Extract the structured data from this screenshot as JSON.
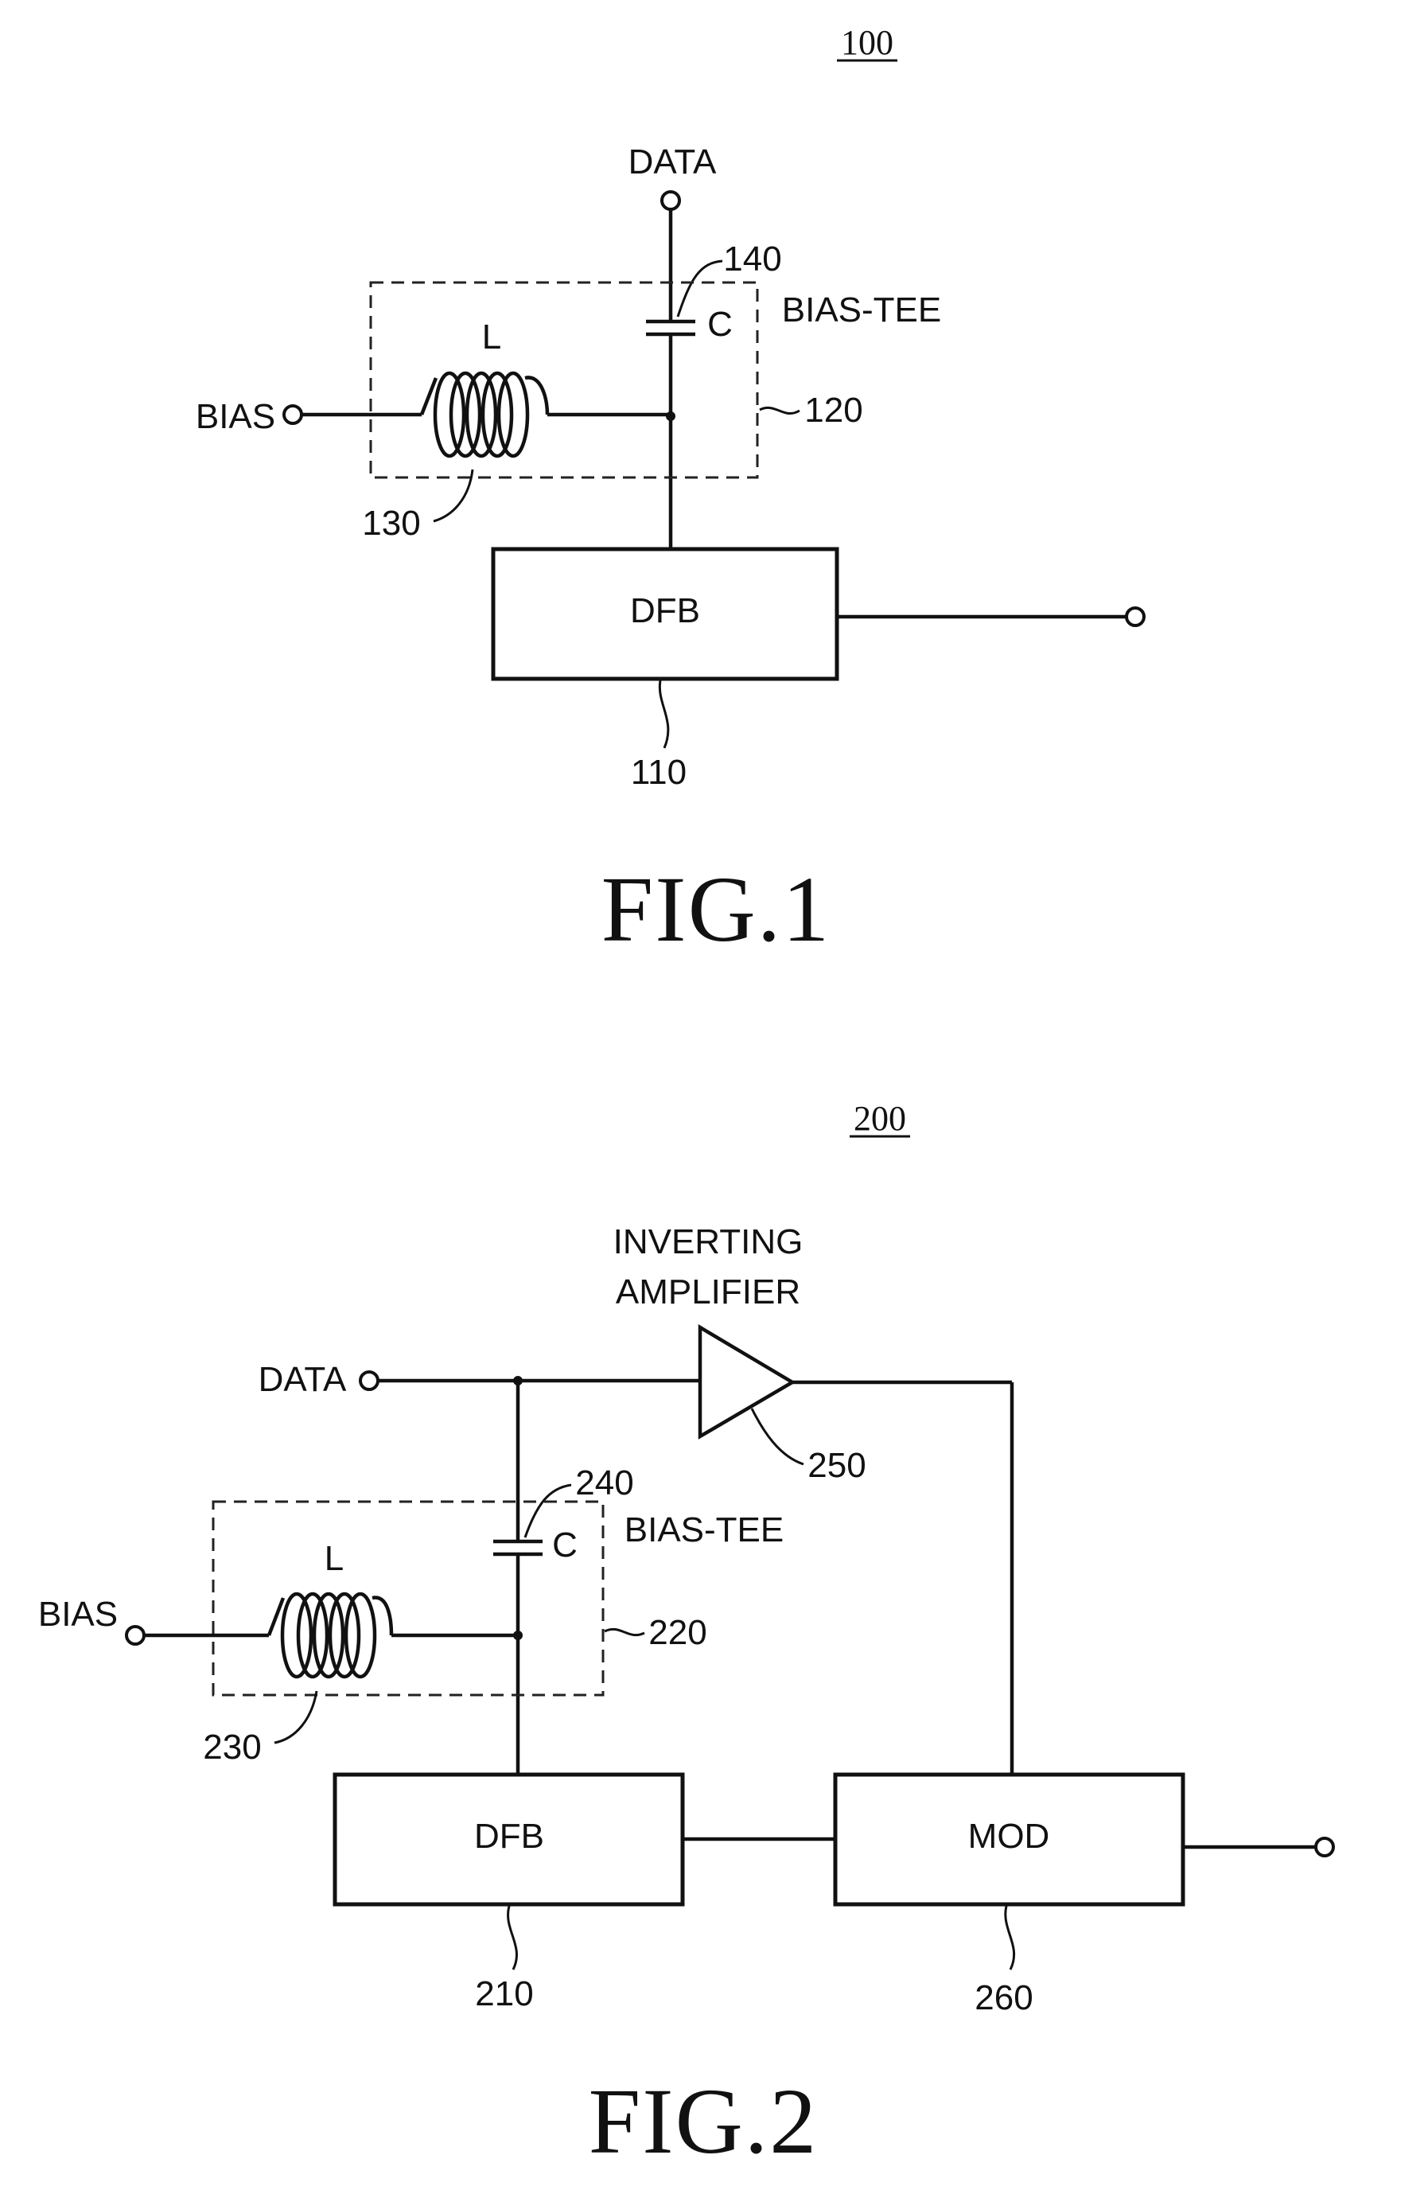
{
  "figure1": {
    "ref": "100",
    "caption": "FIG.1",
    "data_label": "DATA",
    "bias_label": "BIAS",
    "inductor_label": "L",
    "capacitor_label": "C",
    "bias_tee_label": "BIAS-TEE",
    "bias_tee_ref": "120",
    "inductor_ref": "130",
    "capacitor_ref": "140",
    "dfb_label": "DFB",
    "dfb_ref": "110"
  },
  "figure2": {
    "ref": "200",
    "caption": "FIG.2",
    "amplifier_label_line1": "INVERTING",
    "amplifier_label_line2": "AMPLIFIER",
    "amplifier_ref": "250",
    "data_label": "DATA",
    "bias_label": "BIAS",
    "inductor_label": "L",
    "capacitor_label": "C",
    "bias_tee_label": "BIAS-TEE",
    "bias_tee_ref": "220",
    "inductor_ref": "230",
    "capacitor_ref": "240",
    "dfb_label": "DFB",
    "dfb_ref": "210",
    "mod_label": "MOD",
    "mod_ref": "260"
  }
}
